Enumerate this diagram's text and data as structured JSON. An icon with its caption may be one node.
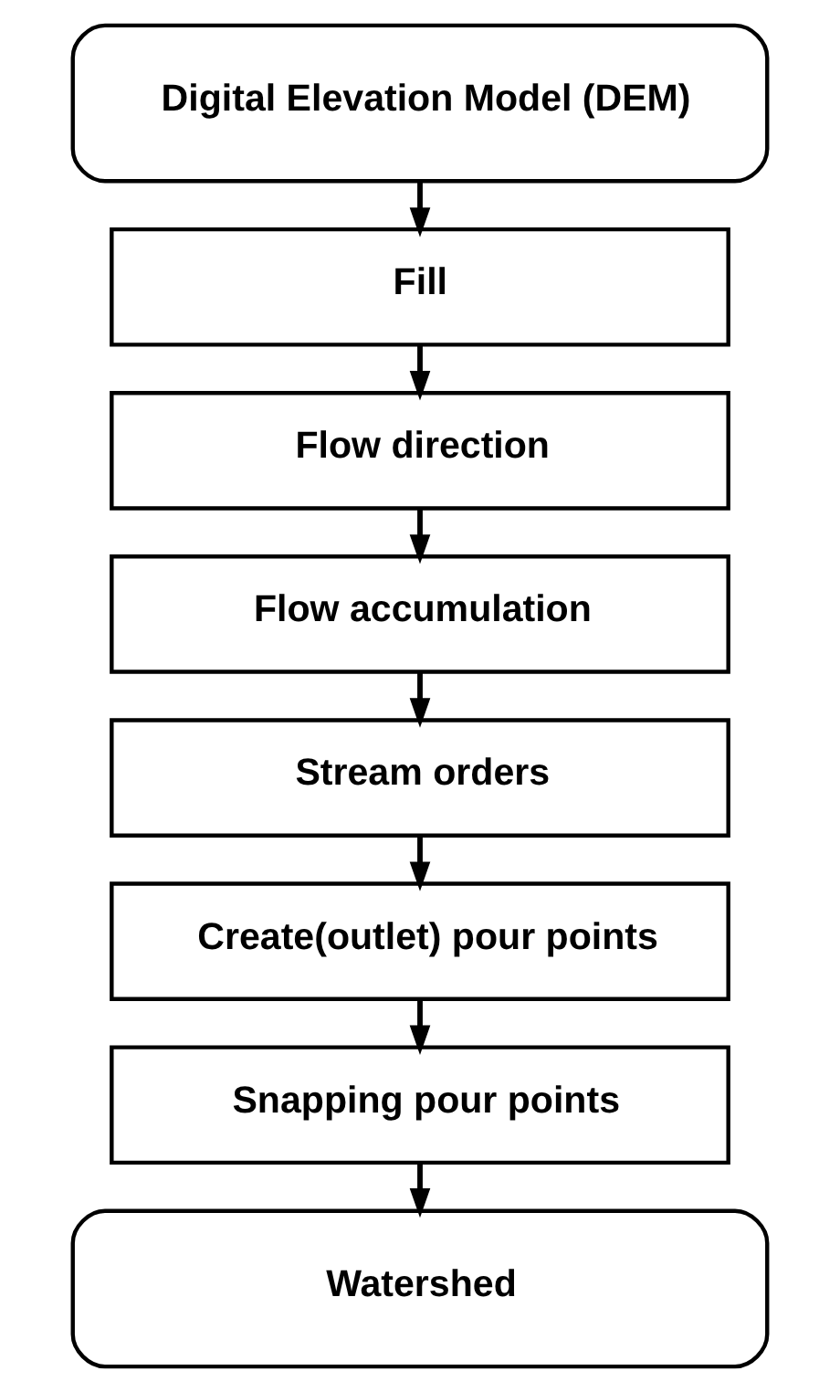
{
  "diagram": {
    "nodes": [
      {
        "text": [
          "Digital Elevation Model (DEM)"
        ]
      },
      {
        "text": [
          "Fill"
        ]
      },
      {
        "text": [
          "Flow direction"
        ]
      },
      {
        "text": [
          "Flow accumulation"
        ]
      },
      {
        "text": [
          "Stream orders"
        ]
      },
      {
        "text": [
          "Create(outlet) pour points"
        ]
      },
      {
        "text": [
          "Snapping pour points"
        ]
      },
      {
        "text": [
          "Watershed"
        ]
      }
    ],
    "edges": [
      {
        "from": 0,
        "to": 1,
        "arrow": "to"
      },
      {
        "from": 1,
        "to": 2,
        "arrow": "to"
      },
      {
        "from": 2,
        "to": 3,
        "arrow": "to"
      },
      {
        "from": 3,
        "to": 4,
        "arrow": "to"
      },
      {
        "from": 4,
        "to": 5,
        "arrow": "to"
      },
      {
        "from": 5,
        "to": 6,
        "arrow": "to"
      },
      {
        "from": 6,
        "to": 7,
        "arrow": "to"
      }
    ]
  }
}
